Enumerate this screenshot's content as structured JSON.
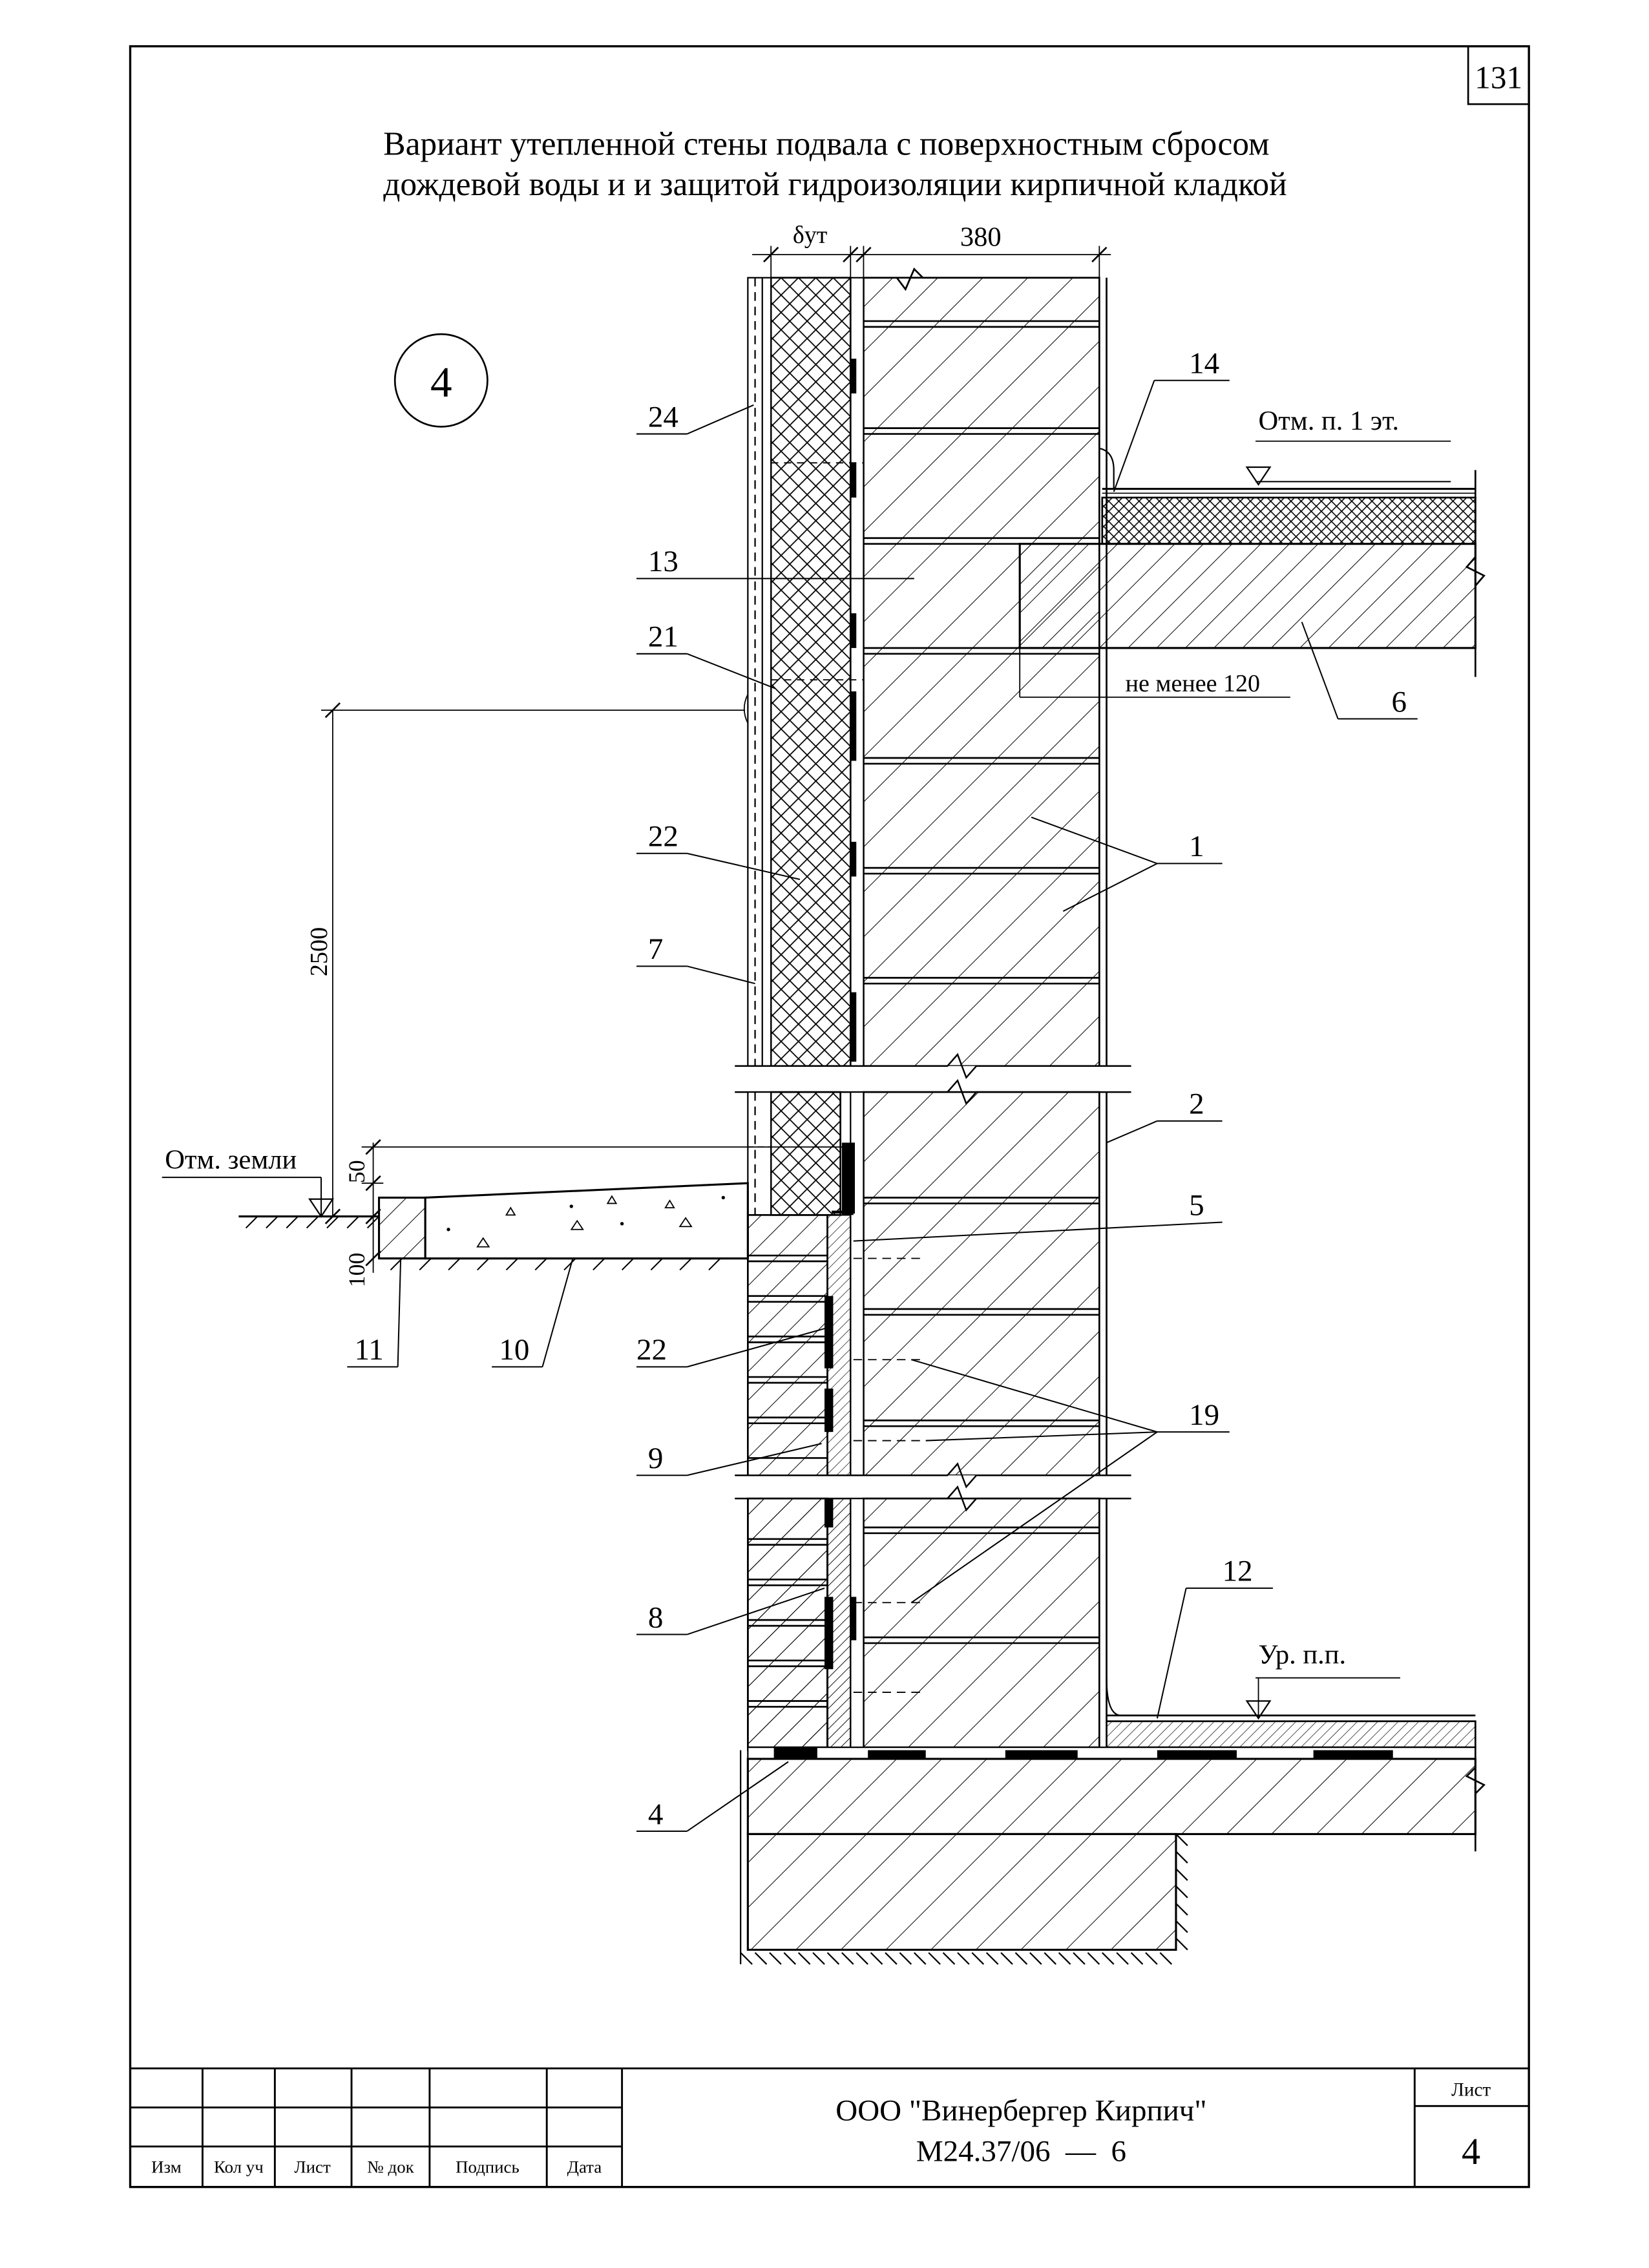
{
  "page_number": "131",
  "title": {
    "line1": "Вариант утепленной стены подвала с поверхностным сбросом",
    "line2": "дождевой воды и и защитой гидроизоляции кирпичной кладкой"
  },
  "detail_number": "4",
  "dimensions": {
    "insulation_thickness": "δут",
    "wall_thickness": "380",
    "height_2500": "2500",
    "dim_50": "50",
    "dim_100": "100",
    "min_bearing": "не менее 120"
  },
  "elevations": {
    "first_floor": "Отм. п. 1 эт.",
    "ground": "Отм. земли",
    "basement_floor": "Ур. п.п."
  },
  "callouts": {
    "c24": "24",
    "c14": "14",
    "c13": "13",
    "c21": "21",
    "c6": "6",
    "c1": "1",
    "c22a": "22",
    "c7": "7",
    "c2": "2",
    "c5": "5",
    "c11": "11",
    "c10": "10",
    "c22b": "22",
    "c19": "19",
    "c9": "9",
    "c8": "8",
    "c12": "12",
    "c4": "4"
  },
  "title_block": {
    "col_izm": "Изм",
    "col_kol": "Кол уч",
    "col_list": "Лист",
    "col_ndok": "№ док",
    "col_podpis": "Подпись",
    "col_data": "Дата",
    "company": "ООО \"Винербергер Кирпич\"",
    "doc_code": "М24.37/06  —  6",
    "sheet_label": "Лист",
    "sheet_number": "4"
  }
}
